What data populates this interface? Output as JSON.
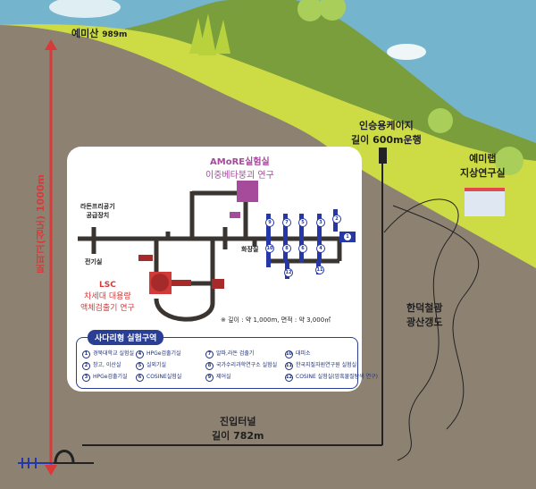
{
  "mountain": {
    "name": "예미산",
    "height": "989m"
  },
  "depth_label": "토피고(심도) 1000m",
  "cage": {
    "line1": "인승용케이지",
    "line2": "길이 600m운행"
  },
  "surface_lab": {
    "line1": "예미랩",
    "line2": "지상연구실"
  },
  "mine": {
    "line1": "한덕철광",
    "line2": "광산갱도"
  },
  "tunnel": {
    "line1": "진입터널",
    "line2": "길이 782m"
  },
  "amore": {
    "title": "AMoRE실험실",
    "subtitle": "이중베타붕괴 연구"
  },
  "lsc": {
    "title": "LSC",
    "line1": "차세대 대용량",
    "line2": "액체검출기 연구"
  },
  "labels": {
    "radon": "라돈프리공기",
    "radon2": "공급장치",
    "power": "전기실",
    "toilet": "화장실"
  },
  "note": "※ 깊이 : 약 1,000m, 면적 : 약 3,000㎡",
  "legend": {
    "title": "사다리형 실험구역",
    "items": [
      {
        "n": "1",
        "label": "경북대학교 실험실"
      },
      {
        "n": "2",
        "label": "창고, 이산실"
      },
      {
        "n": "3",
        "label": "HPGe검출기실"
      },
      {
        "n": "4",
        "label": "HPGe검출기실"
      },
      {
        "n": "5",
        "label": "실외기실"
      },
      {
        "n": "6",
        "label": "COSINE실험실"
      },
      {
        "n": "7",
        "label": "알파,라돈 검출기"
      },
      {
        "n": "8",
        "label": "국가수리과학연구소 실험실"
      },
      {
        "n": "9",
        "label": "제어실"
      },
      {
        "n": "10",
        "label": "대피소"
      },
      {
        "n": "11",
        "label": "한국지질자원연구원 실험실"
      },
      {
        "n": "12",
        "label": "COSINE 실험실(암흑물질탐색 연구)"
      }
    ]
  },
  "colors": {
    "sky": "#74b4cd",
    "mountain": "#7a9e3c",
    "slope": "#cddc45",
    "ground": "#8d8272",
    "depth": "#d83a3a",
    "amore": "#a64a9c",
    "lsc": "#d23a3a",
    "ladder": "#2638a8"
  }
}
